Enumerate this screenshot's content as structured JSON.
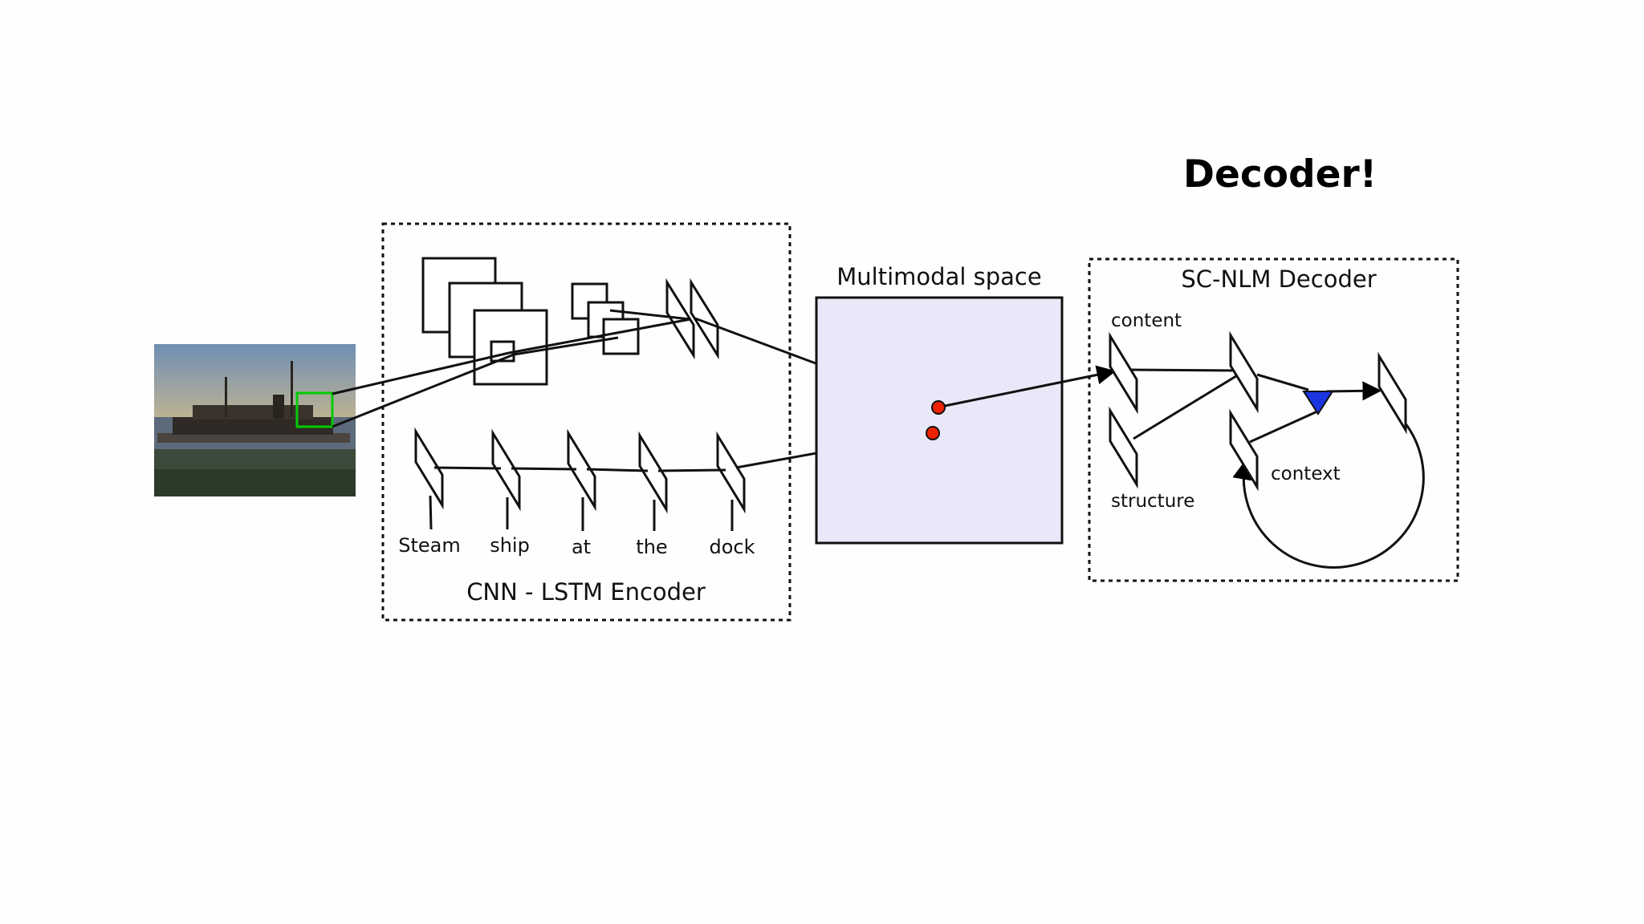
{
  "heading": "Decoder!",
  "encoder": {
    "title": "CNN - LSTM Encoder",
    "words": [
      "Steam",
      "ship",
      "at",
      "the",
      "dock"
    ]
  },
  "multimodal": {
    "title": "Multimodal space"
  },
  "decoder": {
    "title": "SC-NLM Decoder",
    "content_label": "content",
    "structure_label": "structure",
    "context_label": "context"
  },
  "colors": {
    "multimodal_fill": "#e8e8f8",
    "point": "#ee2200",
    "triangle": "#1a35e0",
    "highlight": "#00cc00"
  },
  "photo": {
    "icon": "steamship-photo"
  }
}
